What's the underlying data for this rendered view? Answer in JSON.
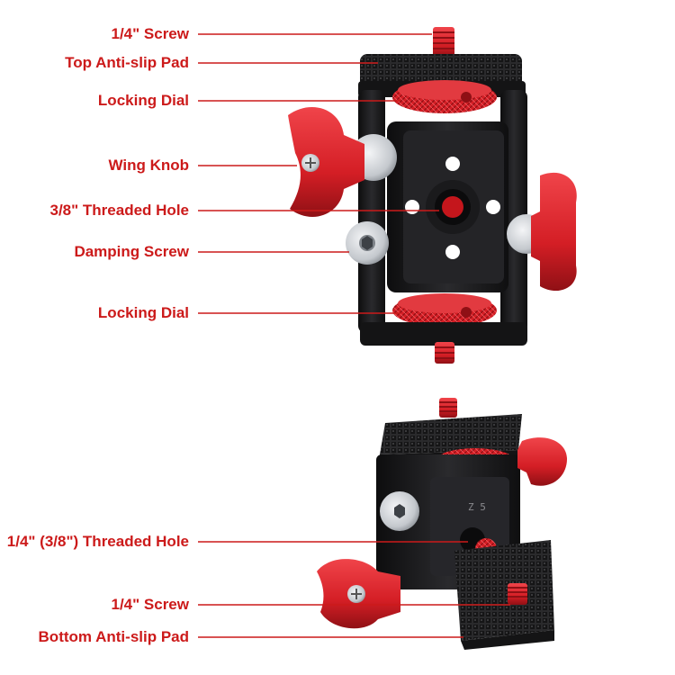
{
  "colors": {
    "label_text": "#cc1a1a",
    "leader_line": "#cc1a1a",
    "anodized_red": "#d41e25",
    "black_body": "#1b1b1d",
    "silver": "#cfd2d6"
  },
  "icons": {
    "top_mount": "camera-mount-adapter-front-view",
    "bottom_mount": "camera-mount-adapter-angled-view"
  },
  "callouts": [
    {
      "id": "screw-top",
      "text": "1/4\" Screw"
    },
    {
      "id": "top-pad",
      "text": "Top Anti-slip Pad"
    },
    {
      "id": "locking-dial-top",
      "text": "Locking Dial"
    },
    {
      "id": "wing-knob",
      "text": "Wing Knob"
    },
    {
      "id": "threaded-hole-38",
      "text": "3/8\" Threaded Hole"
    },
    {
      "id": "damping-screw",
      "text": "Damping Screw"
    },
    {
      "id": "locking-dial-bottom",
      "text": "Locking Dial"
    },
    {
      "id": "threaded-hole-14-38",
      "text": "1/4\" (3/8\") Threaded Hole"
    },
    {
      "id": "screw-bottom",
      "text": "1/4\" Screw"
    },
    {
      "id": "bottom-pad",
      "text": "Bottom Anti-slip Pad"
    }
  ],
  "engraving": "Z 5"
}
